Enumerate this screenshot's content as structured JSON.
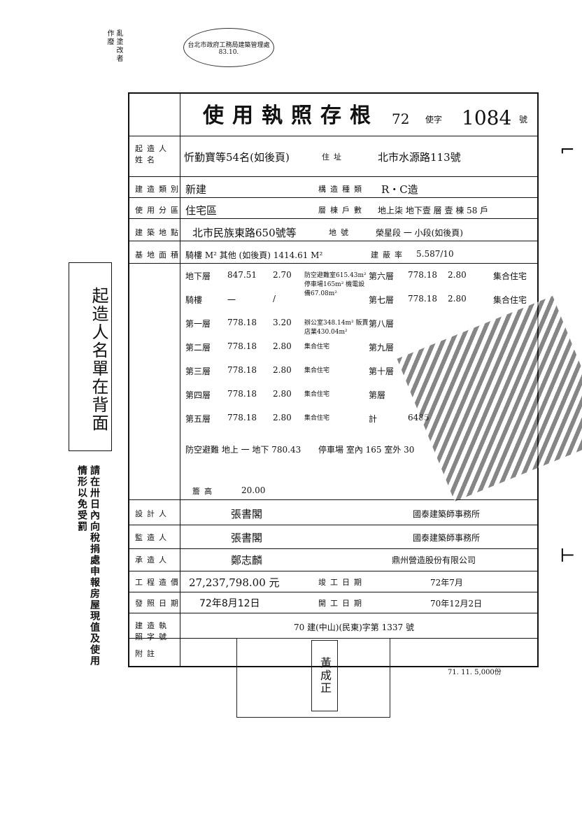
{
  "top_note": "亂塗改者作廢",
  "stamp": "台北市政府工務局建築管理處 83.10.",
  "title": "使用執照存根",
  "year": "72",
  "license_char": "使字",
  "license_no": "1084",
  "hao": "號",
  "applicant_label": "起造人姓名",
  "applicant": "忻勤寶等54名(如後頁)",
  "addr_label": "住址",
  "address": "北市水源路113號",
  "type_label": "建造類別",
  "type": "新建",
  "struct_label": "構造種類",
  "struct": "R・C造",
  "zone_label": "使用分區",
  "zone": "住宅區",
  "floors_label": "層棟戶數",
  "floors": "地上柒 地下壹 層 壹 棟 58 戶",
  "site_label": "建築地點",
  "site": "北市民族東路650號等",
  "lot_label": "地號",
  "lot": "榮星段 一 小段(如後頁)",
  "area_label": "基地面積",
  "area": "騎樓 M² 其他 (如後頁) 1414.61 M²",
  "ratio_label": "建蔽率",
  "ratio": "5.587/10",
  "rows": [
    {
      "f": "地下層",
      "a": "847.51",
      "h": "2.70",
      "u": "防空避難室615.43m² 停車場165m² 機電設備67.08m²",
      "f2": "第六層",
      "a2": "778.18",
      "h2": "2.80",
      "u2": "集合住宅"
    },
    {
      "f": "騎樓",
      "a": "一",
      "h": "/",
      "u": "",
      "f2": "第七層",
      "a2": "778.18",
      "h2": "2.80",
      "u2": "集合住宅"
    },
    {
      "f": "第一層",
      "a": "778.18",
      "h": "3.20",
      "u": "辦公室348.14m² 販賣店業430.04m²",
      "f2": "第八層",
      "a2": "",
      "h2": "",
      "u2": ""
    },
    {
      "f": "第二層",
      "a": "778.18",
      "h": "2.80",
      "u": "集合住宅",
      "f2": "第九層",
      "a2": "",
      "h2": "",
      "u2": ""
    },
    {
      "f": "第三層",
      "a": "778.18",
      "h": "2.80",
      "u": "集合住宅",
      "f2": "第十層",
      "a2": "",
      "h2": "",
      "u2": ""
    },
    {
      "f": "第四層",
      "a": "778.18",
      "h": "2.80",
      "u": "集合住宅",
      "f2": "第層",
      "a2": "",
      "h2": "",
      "u2": ""
    },
    {
      "f": "第五層",
      "a": "778.18",
      "h": "2.80",
      "u": "集合住宅",
      "f2": "計",
      "a2": "6485",
      "h2": "",
      "u2": ""
    }
  ],
  "shelter": "防空避難 地上 一 地下 780.43",
  "parking": "停車場 室內 165 室外 30",
  "height_label": "簷高",
  "height": "20.00",
  "designer_label": "設計人",
  "designer": "張書閣",
  "designer_office": "國泰建築師事務所",
  "supervisor_label": "監造人",
  "supervisor": "張書閣",
  "supervisor_office": "國泰建築師事務所",
  "contractor_label": "承造人",
  "contractor": "鄭志麟",
  "contractor_co": "鼎州營造股份有限公司",
  "cost_label": "工程造價",
  "cost": "27,237,798.00 元",
  "finish_label": "竣工日期",
  "finish": "72年7月",
  "issue_label": "發照日期",
  "issue": "72年8月12日",
  "start_label": "開工日期",
  "start": "70年12月2日",
  "permit_label": "建造執照字號",
  "permit": "70 建(中山)(民東)字第 1337 號",
  "remark_label": "附註",
  "seal_name": "黃成正",
  "footer": "71. 11. 5,000份",
  "side_box": "起造人名單在背面",
  "left_note": "請在卅日內向稅捐處申報房屋現值及使用情形以免受罰"
}
